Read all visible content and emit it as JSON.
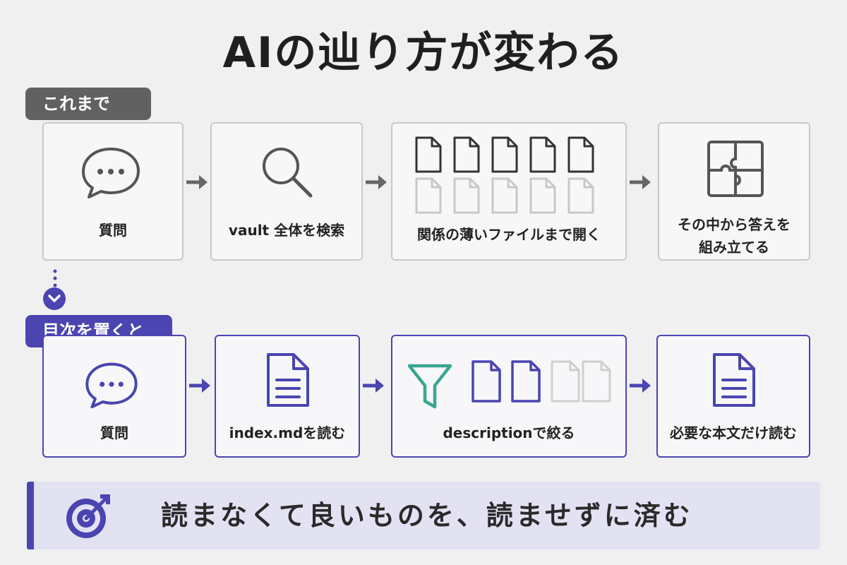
{
  "title": "AIの辿り方が変わる",
  "sections": {
    "old": {
      "tag": "これまで",
      "steps": [
        {
          "label": "質問",
          "icon": "speech-bubble-icon"
        },
        {
          "label": "vault 全体を検索",
          "icon": "magnifier-icon"
        },
        {
          "label": "関係の薄いファイルまで開く",
          "icon": "documents-icon"
        },
        {
          "label_lines": [
            "その中から答えを",
            "組み立てる"
          ],
          "icon": "puzzle-icon"
        }
      ]
    },
    "new": {
      "tag": "目次を置くと",
      "steps": [
        {
          "label": "質問",
          "icon": "speech-bubble-icon"
        },
        {
          "label": "index.mdを読む",
          "icon": "document-icon"
        },
        {
          "label": "descriptionで絞る",
          "icon": "funnel-icon"
        },
        {
          "label": "必要な本文だけ読む",
          "icon": "document-icon"
        }
      ]
    }
  },
  "banner": {
    "text": "読まなくて良いものを、読ませずに済む",
    "icon": "target-icon"
  },
  "colors": {
    "accent": "#4a45b0",
    "old_gray": "#616161",
    "funnel_teal": "#3aa68f",
    "banner_bg": "#e3e2f3"
  }
}
